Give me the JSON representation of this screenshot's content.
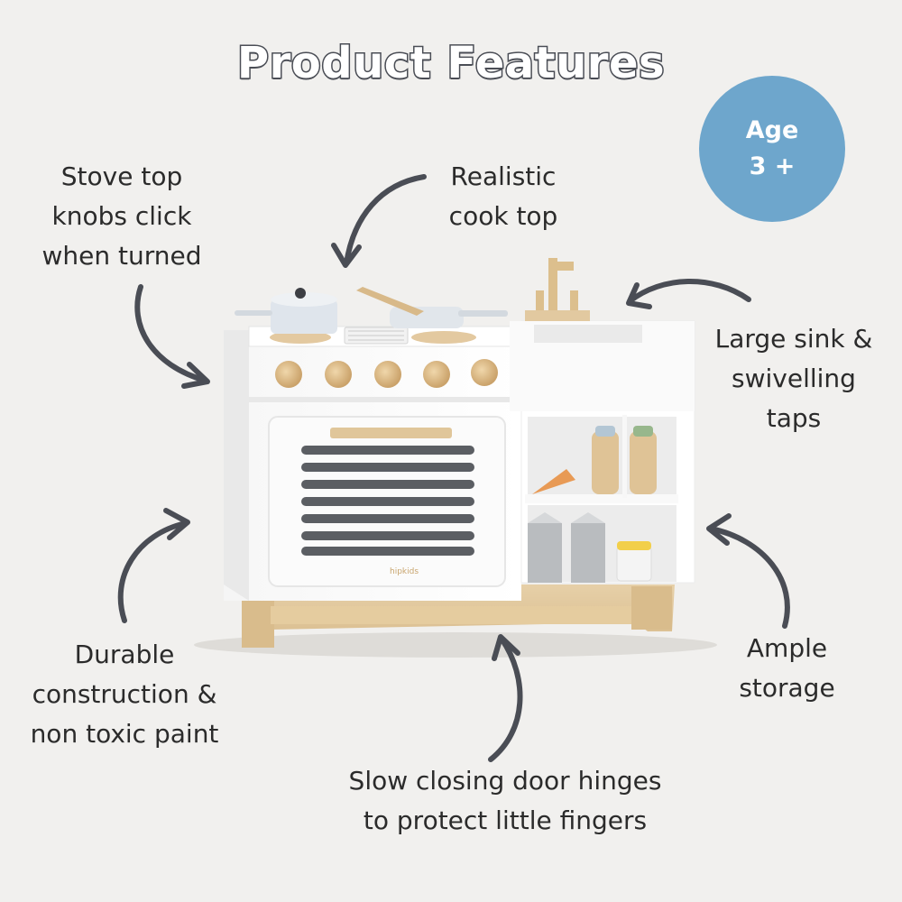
{
  "title": "Product Features",
  "badge": {
    "line1": "Age",
    "line2": "3 +",
    "color": "#6ea6cc"
  },
  "kitchen_brand": "hipkids",
  "features": {
    "stove_knobs": [
      "Stove top",
      "knobs click",
      "when turned"
    ],
    "cook_top": [
      "Realistic",
      "cook top"
    ],
    "sink": [
      "Large sink &",
      "swivelling",
      "taps"
    ],
    "durable": [
      "Durable",
      "construction &",
      "non toxic paint"
    ],
    "storage": [
      "Ample",
      "storage"
    ],
    "hinges": [
      "Slow closing door hinges",
      "to protect little fingers"
    ]
  },
  "colors": {
    "background": "#f1f0ee",
    "arrow": "#4a4d55",
    "wood": "#e2c9a0"
  },
  "icons": [
    "curved-arrow-icon"
  ]
}
